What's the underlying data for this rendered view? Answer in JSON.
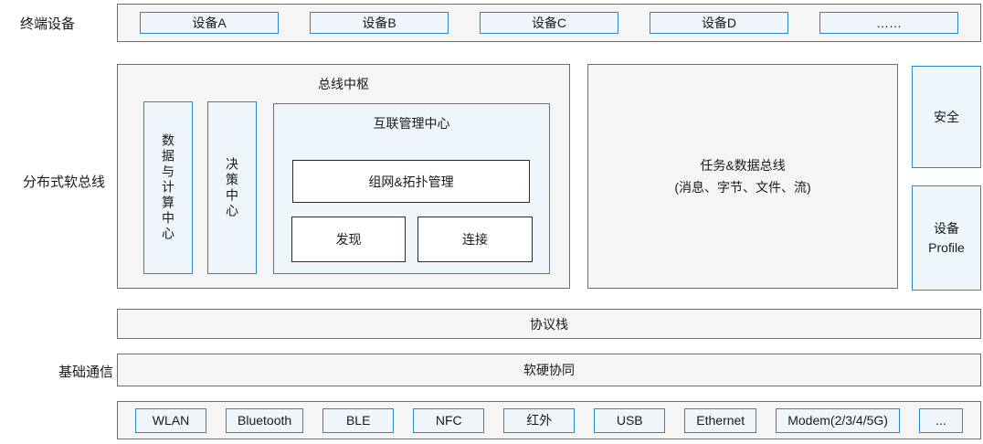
{
  "labels": {
    "terminal": "终端设备",
    "softbus": "分布式软总线",
    "basic_comm": "基础通信"
  },
  "terminal_row": {
    "devices": [
      "设备A",
      "设备B",
      "设备C",
      "设备D",
      "……"
    ]
  },
  "bus_hub": {
    "title": "总线中枢",
    "columns": [
      "数据与计算中心",
      "决策中心"
    ],
    "interconnect": {
      "title": "互联管理中心",
      "topo": "组网&拓扑管理",
      "discover": "发现",
      "connect": "连接"
    }
  },
  "task_bus": {
    "line1": "任务&数据总线",
    "line2": "(消息、字节、文件、流)"
  },
  "security": "安全",
  "device_profile": {
    "line1": "设备",
    "line2": "Profile"
  },
  "protocol_stack": "协议栈",
  "hw_sw": "软硬协同",
  "protocols": [
    "WLAN",
    "Bluetooth",
    "BLE",
    "NFC",
    "红外",
    "USB",
    "Ethernet",
    "Modem(2/3/4/5G)",
    "..."
  ],
  "colors": {
    "blue_border": "#2a86c5",
    "blue_fill": "#eef6fc",
    "gray_border": "#6e6e6e",
    "gray_fill": "#f5f5f5",
    "dark_border": "#2b2b2b"
  }
}
